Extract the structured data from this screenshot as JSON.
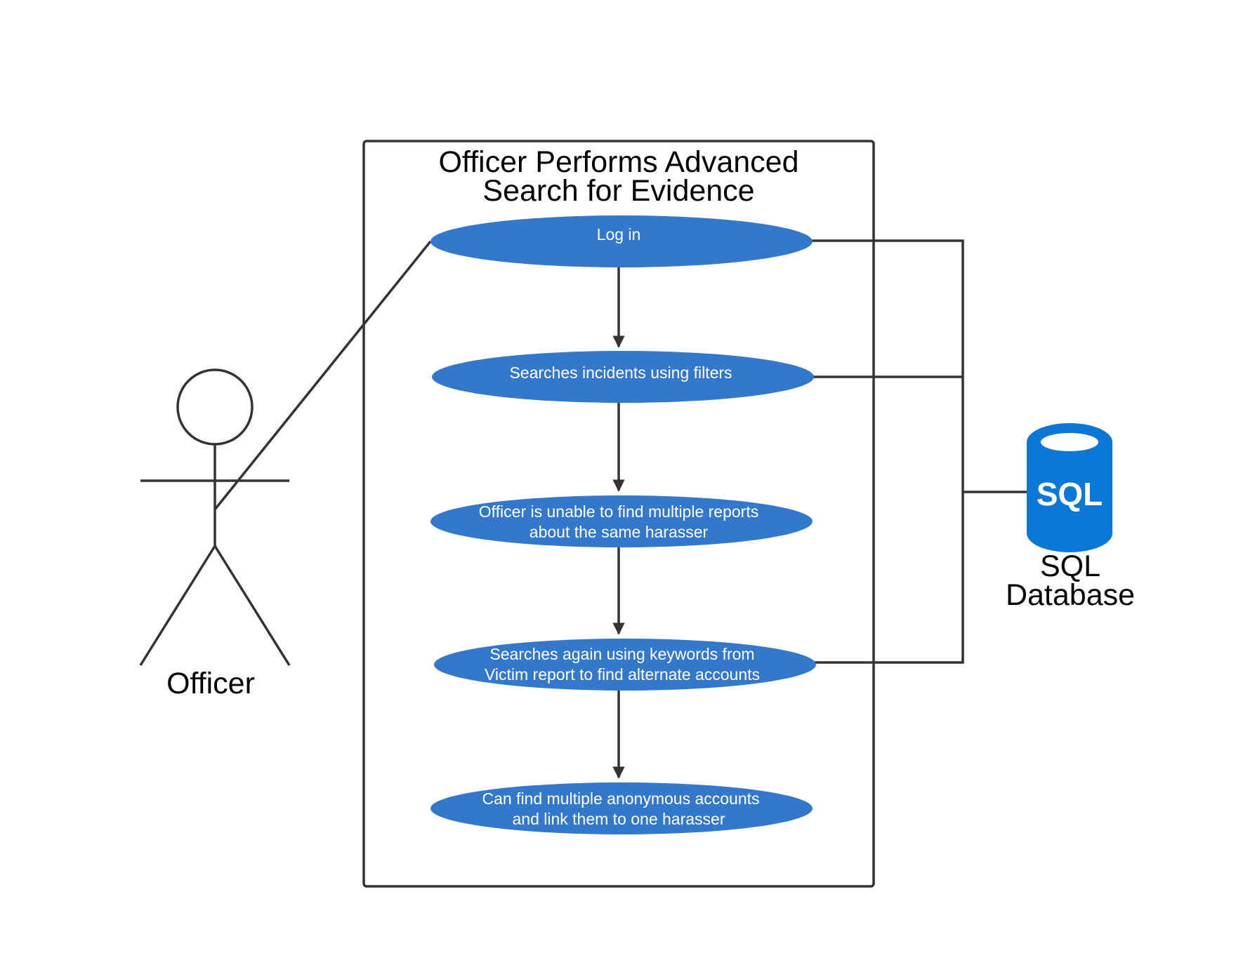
{
  "system": {
    "title_line1": "Officer Performs Advanced",
    "title_line2": "Search for Evidence"
  },
  "actor": {
    "label": "Officer",
    "icon": "stick-figure-icon"
  },
  "database": {
    "icon_text": "SQL",
    "label_line1": "SQL",
    "label_line2": "Database",
    "icon": "database-cylinder-icon"
  },
  "use_cases": [
    {
      "lines": [
        "Log in"
      ]
    },
    {
      "lines": [
        "Searches incidents using filters"
      ]
    },
    {
      "lines": [
        "Officer is unable to find multiple reports",
        "about the same harasser"
      ]
    },
    {
      "lines": [
        "Searches again using keywords from",
        "Victim report to find alternate accounts"
      ]
    },
    {
      "lines": [
        "Can find multiple anonymous accounts",
        "and link them to one harasser"
      ]
    }
  ],
  "colors": {
    "use_case_fill": "#3478CC",
    "database_fill": "#0A78D4",
    "line": "#333333"
  }
}
